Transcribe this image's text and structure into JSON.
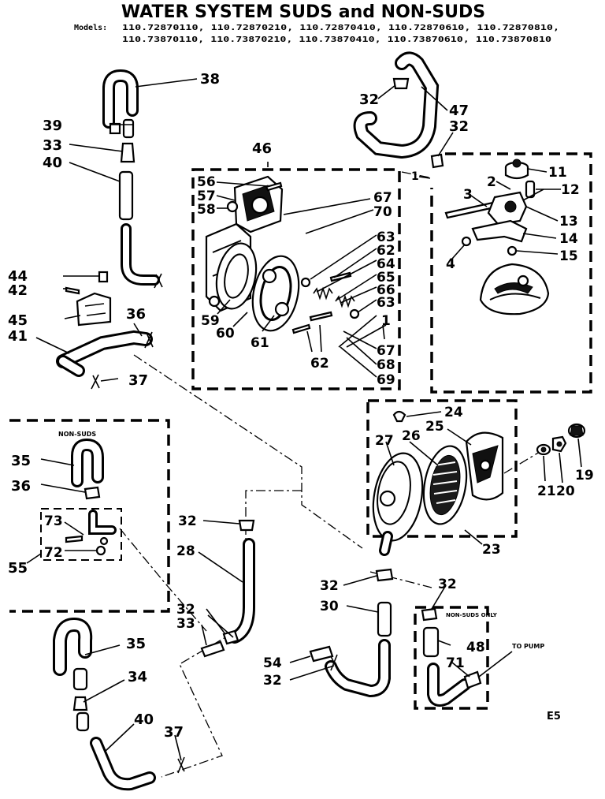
{
  "title": "WATER SYSTEM SUDS and NON-SUDS",
  "models_label": "Models:",
  "models_line1": "110.72870110, 110.72870210, 110.72870410, 110.72870610, 110.72870810,",
  "models_line2": "110.73870110, 110.73870210, 110.73870410, 110.73870610, 110.73870810",
  "group_labels": {
    "non_suds": "NON-SUDS",
    "non_suds_only": "NON-SUDS ONLY",
    "to_pump": "TO PUMP",
    "page_code": "E5"
  },
  "callouts": {
    "c38": "38",
    "c39": "39",
    "c33a": "33",
    "c40a": "40",
    "c44": "44",
    "c42": "42",
    "c45": "45",
    "c41": "41",
    "c36a": "36",
    "c37a": "37",
    "c46": "46",
    "c56": "56",
    "c57": "57",
    "c58": "58",
    "c67a": "67",
    "c70": "70",
    "c63a": "63",
    "c62a": "62",
    "c64": "64",
    "c65": "65",
    "c66": "66",
    "c63b": "63",
    "c1a": "1",
    "c67b": "67",
    "c68": "68",
    "c69": "69",
    "c59": "59",
    "c60": "60",
    "c61": "61",
    "c62b": "62",
    "c32a": "32",
    "c47": "47",
    "c32b": "32",
    "c1b": "1",
    "c11": "11",
    "c2": "2",
    "c12": "12",
    "c3": "3",
    "c13": "13",
    "c14": "14",
    "c4": "4",
    "c15": "15",
    "c24": "24",
    "c27": "27",
    "c26": "26",
    "c25": "25",
    "c23": "23",
    "c21": "21",
    "c20": "20",
    "c19": "19",
    "c35a": "35",
    "c36b": "36",
    "c73": "73",
    "c72": "72",
    "c55": "55",
    "c32c": "32",
    "c28": "28",
    "c32d": "32",
    "c33b": "33",
    "c32e": "32",
    "c30": "30",
    "c32f": "32",
    "c48": "48",
    "c71": "71",
    "c54": "54",
    "c32g": "32",
    "c35b": "35",
    "c34": "34",
    "c40b": "40",
    "c37b": "37"
  }
}
